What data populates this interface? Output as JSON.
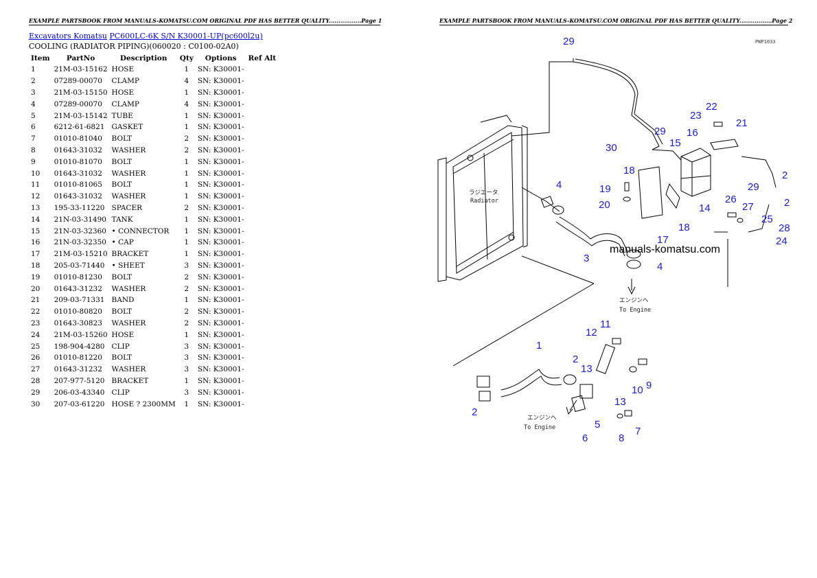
{
  "header": {
    "left_text": "EXAMPLE PARTSBOOK FROM MANUALS-KOMATSU.COM ORIGINAL PDF HAS BETTER QUALITY.................Page 1",
    "right_text": "EXAMPLE PARTSBOOK FROM MANUALS-KOMATSU.COM ORIGINAL PDF HAS BETTER QUALITY.................Page 2"
  },
  "breadcrumb": {
    "link1": "Excavators Komatsu",
    "link2": "PC600LC-6K S/N K30001-UP(pc600l2u)"
  },
  "subtitle": "COOLING (RADIATOR PIPING)(060020 : C0100-02A0)",
  "table": {
    "headers": [
      "Item",
      "PartNo",
      "Description",
      "Qty",
      "Options",
      "Ref Alt"
    ],
    "rows": [
      {
        "item": "1",
        "partno": "21M-03-15162",
        "desc": "HOSE",
        "qty": "1",
        "options": "SN: K30001-"
      },
      {
        "item": "2",
        "partno": "07289-00070",
        "desc": "CLAMP",
        "qty": "4",
        "options": "SN: K30001-"
      },
      {
        "item": "3",
        "partno": "21M-03-15150",
        "desc": "HOSE",
        "qty": "1",
        "options": "SN: K30001-"
      },
      {
        "item": "4",
        "partno": "07289-00070",
        "desc": "CLAMP",
        "qty": "4",
        "options": "SN: K30001-"
      },
      {
        "item": "5",
        "partno": "21M-03-15142",
        "desc": "TUBE",
        "qty": "1",
        "options": "SN: K30001-"
      },
      {
        "item": "6",
        "partno": "6212-61-6821",
        "desc": "GASKET",
        "qty": "1",
        "options": "SN: K30001-"
      },
      {
        "item": "7",
        "partno": "01010-81040",
        "desc": "BOLT",
        "qty": "2",
        "options": "SN: K30001-"
      },
      {
        "item": "8",
        "partno": "01643-31032",
        "desc": "WASHER",
        "qty": "2",
        "options": "SN: K30001-"
      },
      {
        "item": "9",
        "partno": "01010-81070",
        "desc": "BOLT",
        "qty": "1",
        "options": "SN: K30001-"
      },
      {
        "item": "10",
        "partno": "01643-31032",
        "desc": "WASHER",
        "qty": "1",
        "options": "SN: K30001-"
      },
      {
        "item": "11",
        "partno": "01010-81065",
        "desc": "BOLT",
        "qty": "1",
        "options": "SN: K30001-"
      },
      {
        "item": "12",
        "partno": "01643-31032",
        "desc": "WASHER",
        "qty": "1",
        "options": "SN: K30001-"
      },
      {
        "item": "13",
        "partno": "195-33-11220",
        "desc": "SPACER",
        "qty": "2",
        "options": "SN: K30001-"
      },
      {
        "item": "14",
        "partno": "21N-03-31490",
        "desc": "TANK",
        "qty": "1",
        "options": "SN: K30001-"
      },
      {
        "item": "15",
        "partno": "21N-03-32360",
        "desc": "• CONNECTOR",
        "qty": "1",
        "options": "SN: K30001-"
      },
      {
        "item": "16",
        "partno": "21N-03-32350",
        "desc": "• CAP",
        "qty": "1",
        "options": "SN: K30001-"
      },
      {
        "item": "17",
        "partno": "21M-03-15210",
        "desc": "BRACKET",
        "qty": "1",
        "options": "SN: K30001-"
      },
      {
        "item": "18",
        "partno": "205-03-71440",
        "desc": "• SHEET",
        "qty": "3",
        "options": "SN: K30001-"
      },
      {
        "item": "19",
        "partno": "01010-81230",
        "desc": "BOLT",
        "qty": "2",
        "options": "SN: K30001-"
      },
      {
        "item": "20",
        "partno": "01643-31232",
        "desc": "WASHER",
        "qty": "2",
        "options": "SN: K30001-"
      },
      {
        "item": "21",
        "partno": "209-03-71331",
        "desc": "BAND",
        "qty": "1",
        "options": "SN: K30001-"
      },
      {
        "item": "22",
        "partno": "01010-80820",
        "desc": "BOLT",
        "qty": "2",
        "options": "SN: K30001-"
      },
      {
        "item": "23",
        "partno": "01643-30823",
        "desc": "WASHER",
        "qty": "2",
        "options": "SN: K30001-"
      },
      {
        "item": "24",
        "partno": "21M-03-15260",
        "desc": "HOSE",
        "qty": "1",
        "options": "SN: K30001-"
      },
      {
        "item": "25",
        "partno": "198-904-4280",
        "desc": "CLIP",
        "qty": "3",
        "options": "SN: K30001-"
      },
      {
        "item": "26",
        "partno": "01010-81220",
        "desc": "BOLT",
        "qty": "3",
        "options": "SN: K30001-"
      },
      {
        "item": "27",
        "partno": "01643-31232",
        "desc": "WASHER",
        "qty": "3",
        "options": "SN: K30001-"
      },
      {
        "item": "28",
        "partno": "207-977-5120",
        "desc": "BRACKET",
        "qty": "1",
        "options": "SN: K30001-"
      },
      {
        "item": "29",
        "partno": "206-03-43340",
        "desc": "CLIP",
        "qty": "3",
        "options": "SN: K30001-"
      },
      {
        "item": "30",
        "partno": "207-03-61220",
        "desc": "HOSE ? 2300MM",
        "qty": "1",
        "options": "SN: K30001-"
      }
    ]
  },
  "diagram": {
    "code": "PWP1033",
    "radiator_jp": "ラジエータ",
    "radiator_en": "Radiator",
    "engine_jp_1": "エンジンへ",
    "engine_en_1": "To Engine",
    "engine_jp_2": "エンジンへ",
    "engine_en_2": "To Engine",
    "watermark": "manuals-komatsu.com",
    "callouts": [
      "29",
      "30",
      "29",
      "23",
      "22",
      "21",
      "16",
      "15",
      "18",
      "19",
      "20",
      "18",
      "17",
      "14",
      "26",
      "27",
      "25",
      "28",
      "2",
      "2",
      "4",
      "3",
      "4",
      "11",
      "12",
      "1",
      "2",
      "13",
      "10",
      "9",
      "13",
      "5",
      "8",
      "7",
      "6",
      "2",
      "29",
      "24"
    ]
  },
  "colors": {
    "link": "#0000cc",
    "callout": "#1a1ad0"
  }
}
